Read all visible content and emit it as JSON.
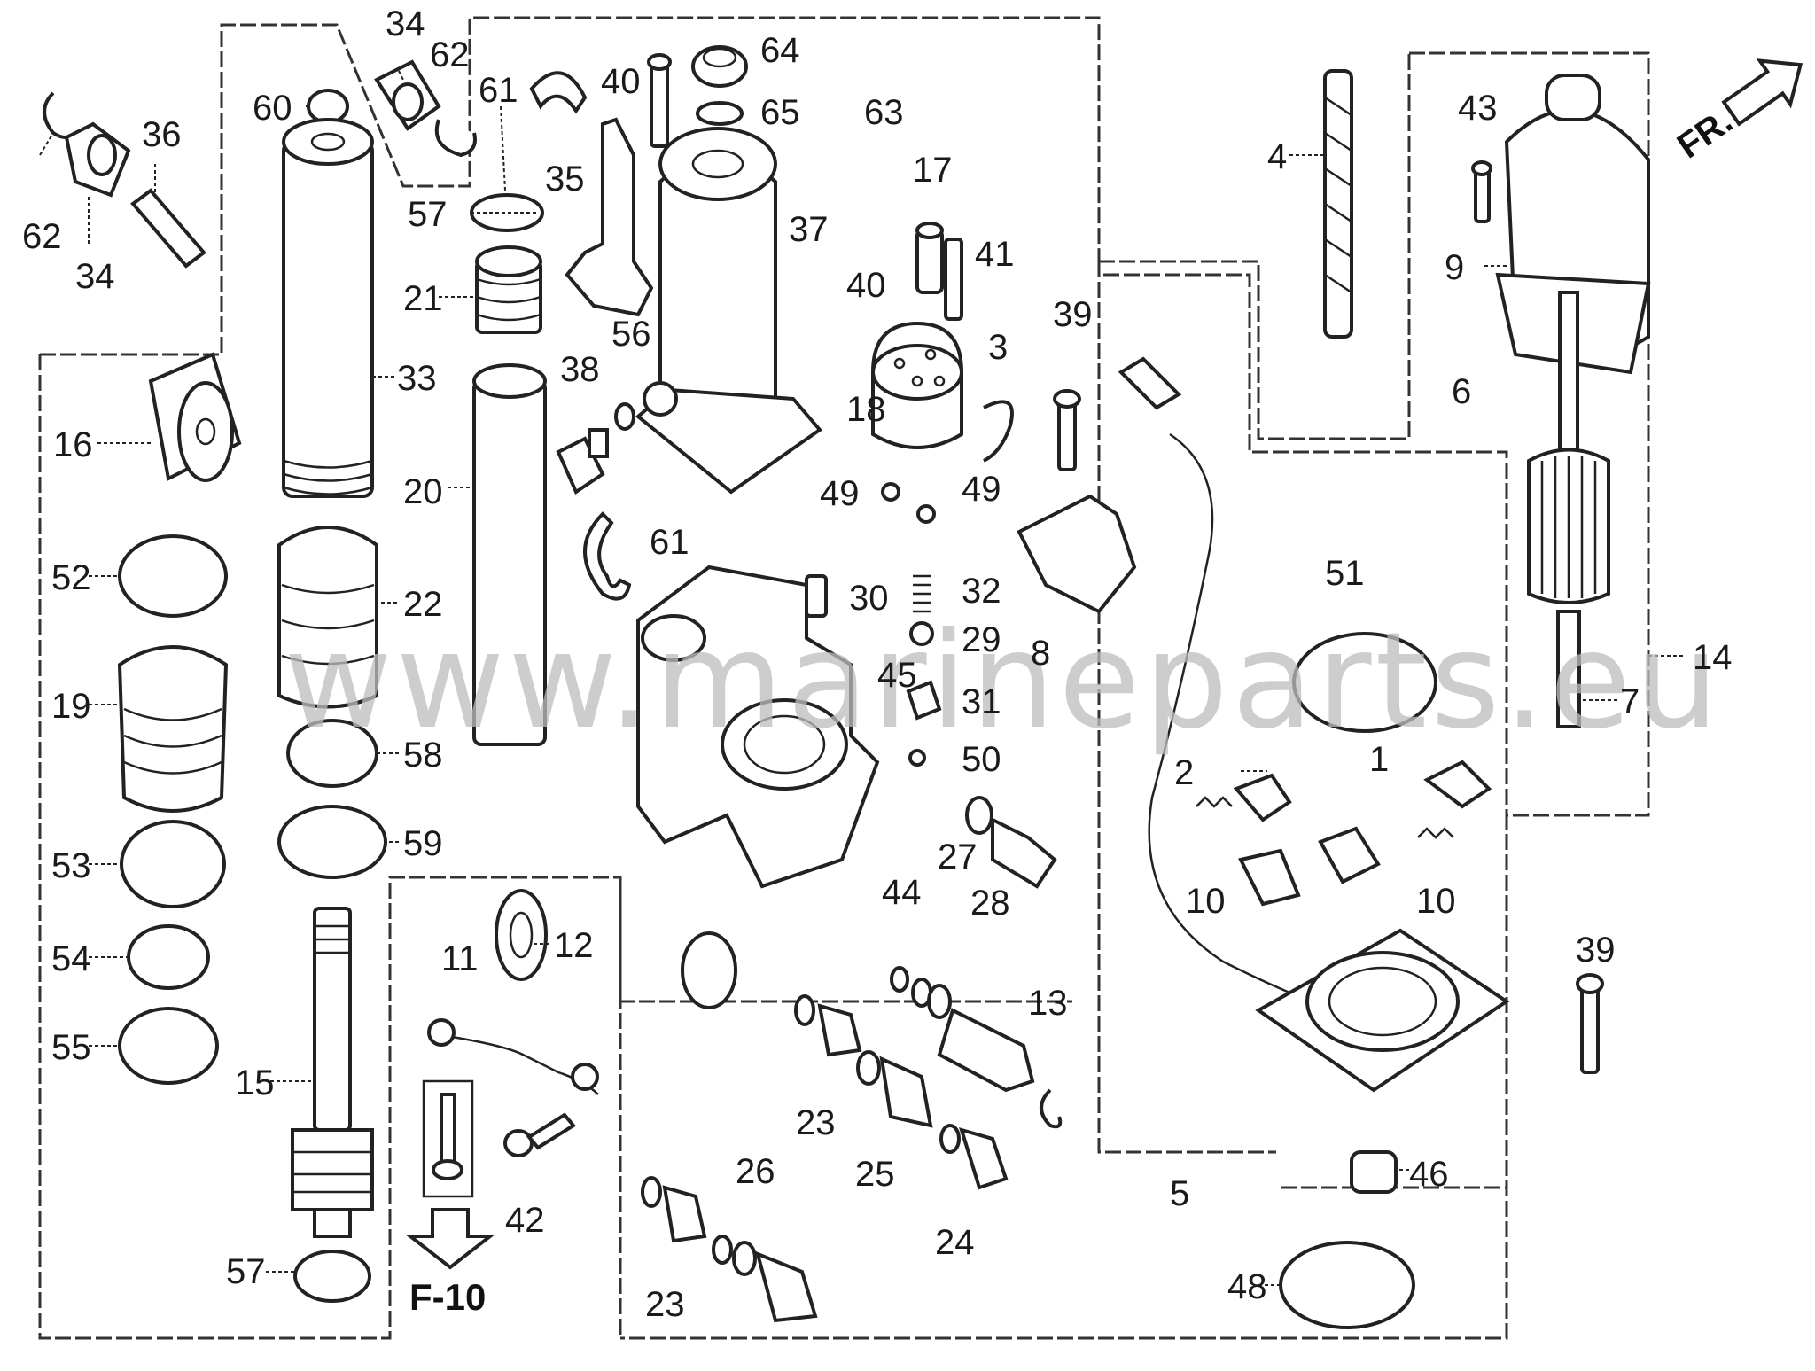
{
  "watermark": "www.marineparts.eu",
  "direction_marker": "FR.",
  "reference": "F-10",
  "callouts": [
    {
      "key": "c62a",
      "text": "62"
    },
    {
      "key": "c34a",
      "text": "34"
    },
    {
      "key": "c36",
      "text": "36"
    },
    {
      "key": "c34b",
      "text": "34"
    },
    {
      "key": "c60",
      "text": "60"
    },
    {
      "key": "c62b",
      "text": "62"
    },
    {
      "key": "c61a",
      "text": "61"
    },
    {
      "key": "c40a",
      "text": "40"
    },
    {
      "key": "c64",
      "text": "64"
    },
    {
      "key": "c65",
      "text": "65"
    },
    {
      "key": "c63",
      "text": "63"
    },
    {
      "key": "c35",
      "text": "35"
    },
    {
      "key": "c57a",
      "text": "57"
    },
    {
      "key": "c37",
      "text": "37"
    },
    {
      "key": "c17",
      "text": "17"
    },
    {
      "key": "c21",
      "text": "21"
    },
    {
      "key": "c40b",
      "text": "40"
    },
    {
      "key": "c41",
      "text": "41"
    },
    {
      "key": "c33",
      "text": "33"
    },
    {
      "key": "c16",
      "text": "16"
    },
    {
      "key": "c38",
      "text": "38"
    },
    {
      "key": "c56",
      "text": "56"
    },
    {
      "key": "c18",
      "text": "18"
    },
    {
      "key": "c3",
      "text": "3"
    },
    {
      "key": "c39a",
      "text": "39"
    },
    {
      "key": "c20",
      "text": "20"
    },
    {
      "key": "c49a",
      "text": "49"
    },
    {
      "key": "c49b",
      "text": "49"
    },
    {
      "key": "c61b",
      "text": "61"
    },
    {
      "key": "c52",
      "text": "52"
    },
    {
      "key": "c22",
      "text": "22"
    },
    {
      "key": "c30",
      "text": "30"
    },
    {
      "key": "c32",
      "text": "32"
    },
    {
      "key": "c8",
      "text": "8"
    },
    {
      "key": "c29",
      "text": "29"
    },
    {
      "key": "c45",
      "text": "45"
    },
    {
      "key": "c31",
      "text": "31"
    },
    {
      "key": "c19",
      "text": "19"
    },
    {
      "key": "c58",
      "text": "58"
    },
    {
      "key": "c50",
      "text": "50"
    },
    {
      "key": "c59",
      "text": "59"
    },
    {
      "key": "c53",
      "text": "53"
    },
    {
      "key": "c44",
      "text": "44"
    },
    {
      "key": "c27",
      "text": "27"
    },
    {
      "key": "c28",
      "text": "28"
    },
    {
      "key": "c54",
      "text": "54"
    },
    {
      "key": "c11",
      "text": "11"
    },
    {
      "key": "c12",
      "text": "12"
    },
    {
      "key": "c13",
      "text": "13"
    },
    {
      "key": "c55",
      "text": "55"
    },
    {
      "key": "c15",
      "text": "15"
    },
    {
      "key": "c23a",
      "text": "23"
    },
    {
      "key": "c25",
      "text": "25"
    },
    {
      "key": "c42",
      "text": "42"
    },
    {
      "key": "c26",
      "text": "26"
    },
    {
      "key": "c24",
      "text": "24"
    },
    {
      "key": "c57b",
      "text": "57"
    },
    {
      "key": "c23b",
      "text": "23"
    },
    {
      "key": "c4",
      "text": "4"
    },
    {
      "key": "c43",
      "text": "43"
    },
    {
      "key": "c9",
      "text": "9"
    },
    {
      "key": "c6",
      "text": "6"
    },
    {
      "key": "c51",
      "text": "51"
    },
    {
      "key": "c14",
      "text": "14"
    },
    {
      "key": "c7",
      "text": "7"
    },
    {
      "key": "c1",
      "text": "1"
    },
    {
      "key": "c2",
      "text": "2"
    },
    {
      "key": "c10a",
      "text": "10"
    },
    {
      "key": "c10b",
      "text": "10"
    },
    {
      "key": "c39b",
      "text": "39"
    },
    {
      "key": "c5",
      "text": "5"
    },
    {
      "key": "c46",
      "text": "46"
    },
    {
      "key": "c48",
      "text": "48"
    }
  ]
}
